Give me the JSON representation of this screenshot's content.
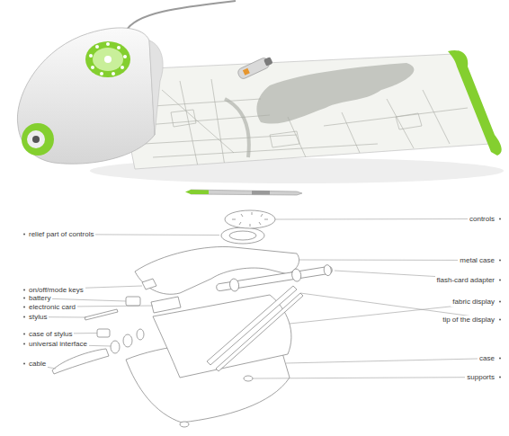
{
  "diagram": {
    "labels": [
      "controls",
      "relief part of controls",
      "metal case",
      "flash-card adapter",
      "on/off/mode keys",
      "battery",
      "fabric display",
      "electronic card",
      "stylus",
      "tip of the display",
      "case of stylus",
      "universal interface",
      "case",
      "cable",
      "supports"
    ]
  }
}
